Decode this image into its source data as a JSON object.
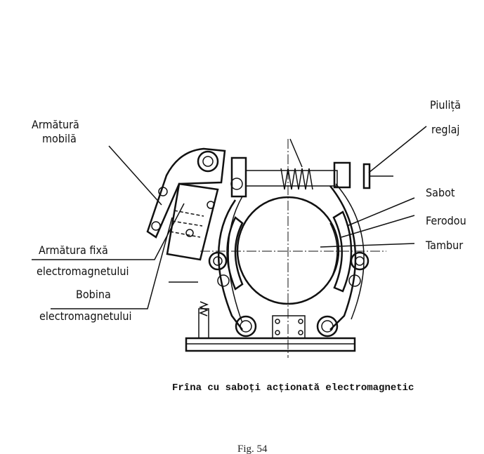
{
  "labels": {
    "armatura_mobila_1": "Armătură",
    "armatura_mobila_2": "mobilă",
    "piulita_1": "Piuliță",
    "piulita_2": "reglaj",
    "sabot": "Sabot",
    "ferodou": "Ferodou",
    "tambur": "Tambur",
    "armatura_fixa_1": "Armătura  fixă",
    "armatura_fixa_2": "electromagnetului",
    "bobina_1": "Bobina",
    "bobina_2": "electromagnetului"
  },
  "caption": "Frîna cu saboți acționată electromagnetic",
  "figure_number": "Fig. 54"
}
